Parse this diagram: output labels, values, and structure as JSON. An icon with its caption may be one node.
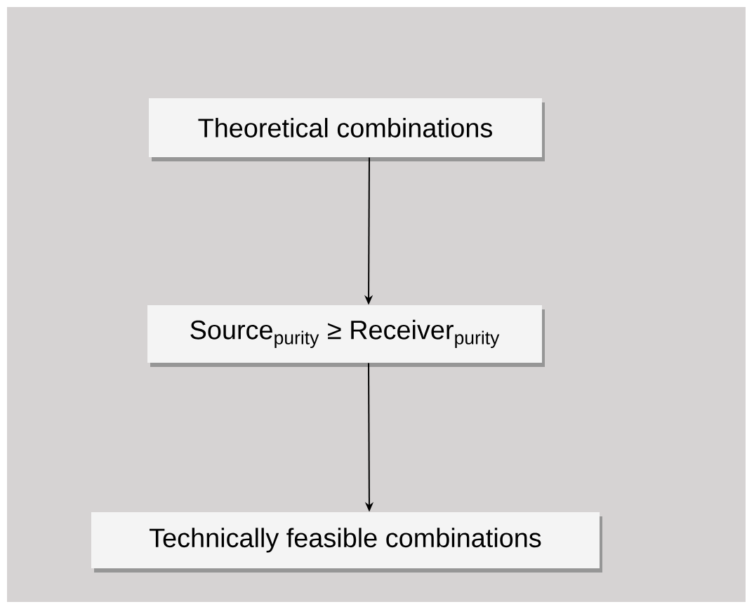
{
  "diagram": {
    "nodes": [
      {
        "text": [
          "Theoretical combinations"
        ]
      },
      {
        "text": [
          "Source$_{purity}$ ≥ Receiver$_{purity}$"
        ]
      },
      {
        "text": [
          "Technically feasible combinations"
        ]
      }
    ],
    "edges": [
      {
        "from": 0,
        "to": 1,
        "arrow": "to"
      },
      {
        "from": 1,
        "to": 2,
        "arrow": "to"
      }
    ]
  }
}
